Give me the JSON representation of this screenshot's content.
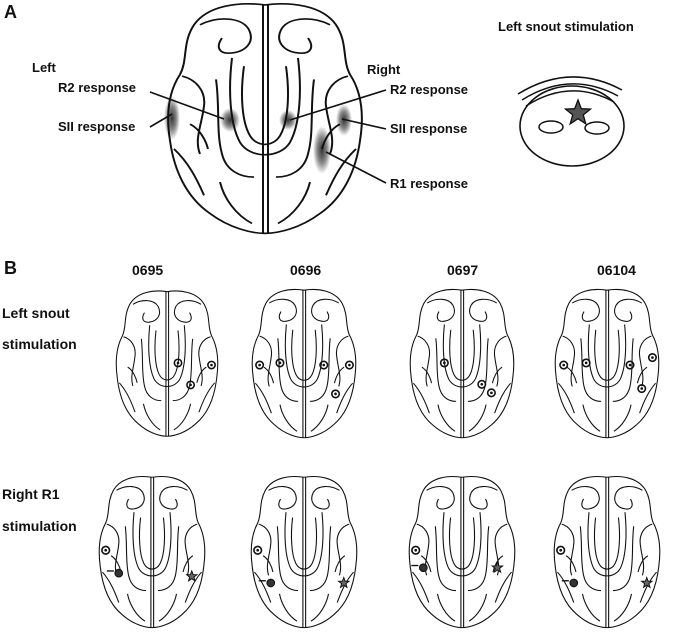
{
  "panel_a": {
    "letter": "A",
    "stim_title": "Left snout stimulation",
    "side_left": "Left",
    "side_right": "Right",
    "left_r2": "R2 response",
    "left_sii": "SII response",
    "right_r2": "R2 response",
    "right_sii": "SII response",
    "right_r1": "R1 response"
  },
  "panel_b": {
    "letter": "B",
    "subjects": [
      "0695",
      "0696",
      "0697",
      "06104"
    ],
    "row1_label_line1": "Left snout",
    "row1_label_line2": "stimulation",
    "row2_label_line1": "Right R1",
    "row2_label_line2": "stimulation"
  },
  "colors": {
    "ink": "#111111",
    "activation": "#2a2a2a",
    "marker": "#333333"
  }
}
